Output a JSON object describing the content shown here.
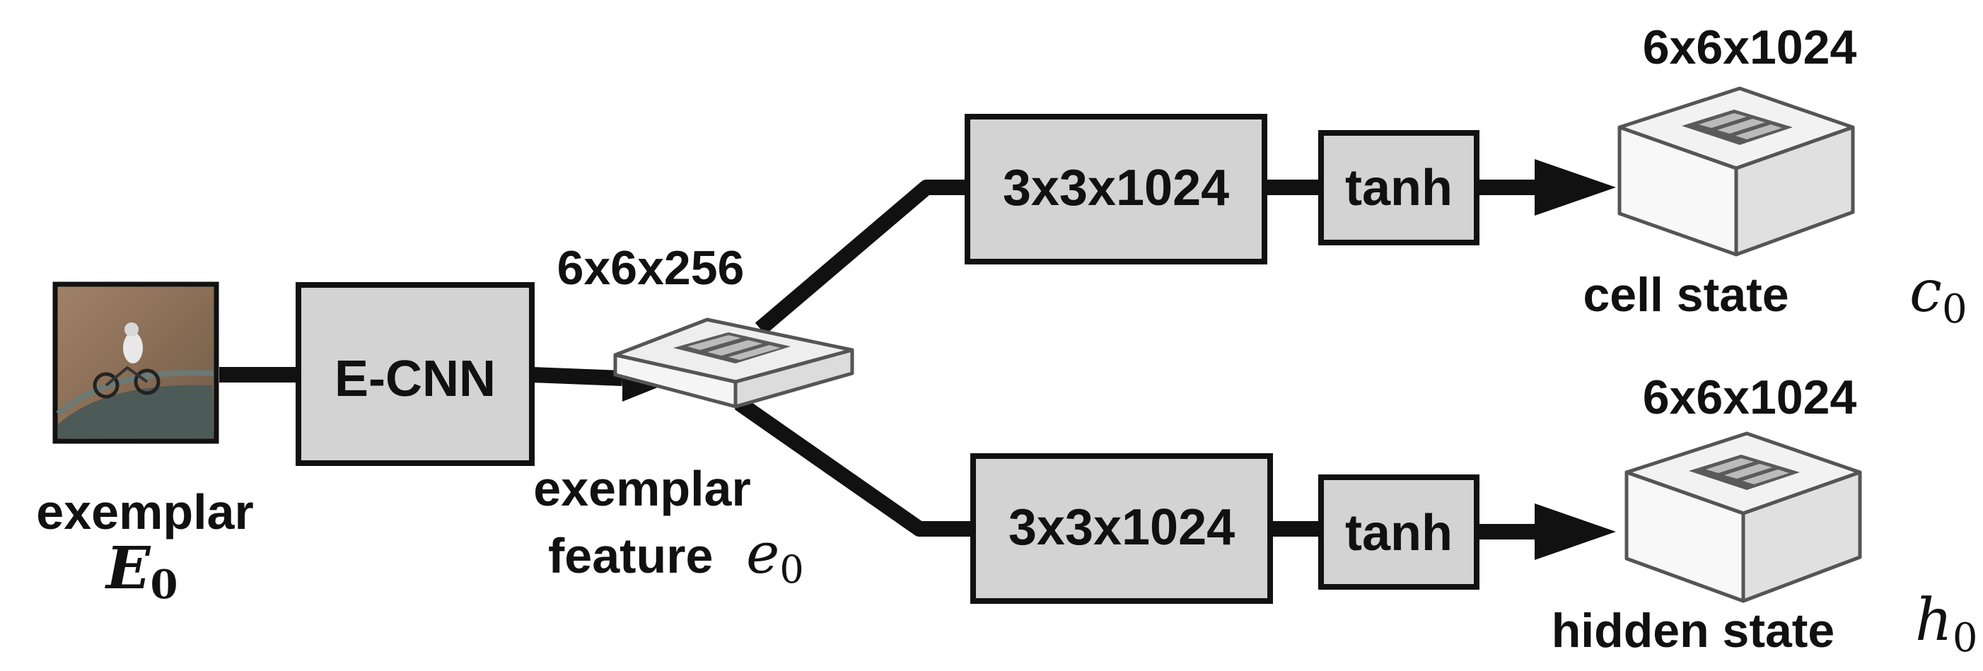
{
  "exemplar": {
    "label": "exemplar",
    "symbol": "E",
    "subscript": "0"
  },
  "ecnn": {
    "label": "E-CNN"
  },
  "feature": {
    "size": "6x6x256",
    "label_line1": "exemplar",
    "label_line2": "feature",
    "symbol": "e",
    "subscript": "0"
  },
  "cell_branch": {
    "conv": "3x3x1024",
    "activation": "tanh",
    "output_size": "6x6x1024",
    "output_label": "cell state",
    "symbol": "c",
    "subscript": "0"
  },
  "hidden_branch": {
    "conv": "3x3x1024",
    "activation": "tanh",
    "output_size": "6x6x1024",
    "output_label": "hidden state",
    "symbol": "h",
    "subscript": "0"
  },
  "colors": {
    "box_fill": "#d3d3d3",
    "stroke": "#111111",
    "cube_top": "#f2f2f2",
    "cube_side": "#e0e0e0",
    "grid": "#555555"
  }
}
